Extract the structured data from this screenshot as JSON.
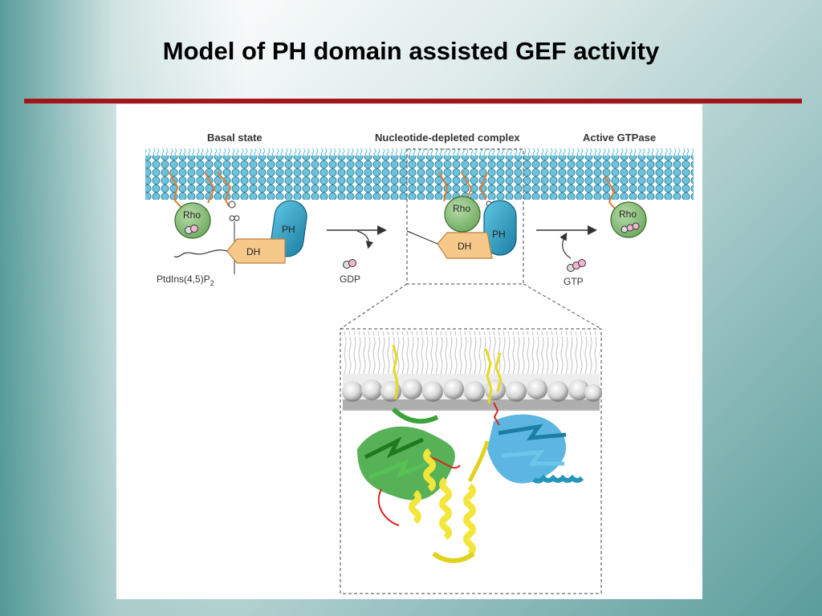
{
  "slide": {
    "title": "Model of PH domain assisted GEF activity",
    "rule_color": "#a4151b"
  },
  "diagram": {
    "stage_labels": {
      "basal": "Basal state",
      "depleted": "Nucleotide-depleted complex",
      "active": "Active GTPase"
    },
    "proteins": {
      "rho": "Rho",
      "ph": "PH",
      "dh": "DH"
    },
    "lipid_label": "PtdIns(4,5)P",
    "lipid_subscript": "2",
    "released_nucleotide": "GDP",
    "bound_nucleotide": "GTP",
    "colors": {
      "membrane_head": "#5bbcd6",
      "rho": "#8cc47c",
      "ph": "#2596b9",
      "dh": "#f6c98a",
      "anchor": "#e07b30",
      "helix_yellow": "#f2e63a",
      "sheet_green": "#3aa33a",
      "sheet_blue": "#3fa9dc",
      "loop_red": "#d6261e"
    }
  }
}
